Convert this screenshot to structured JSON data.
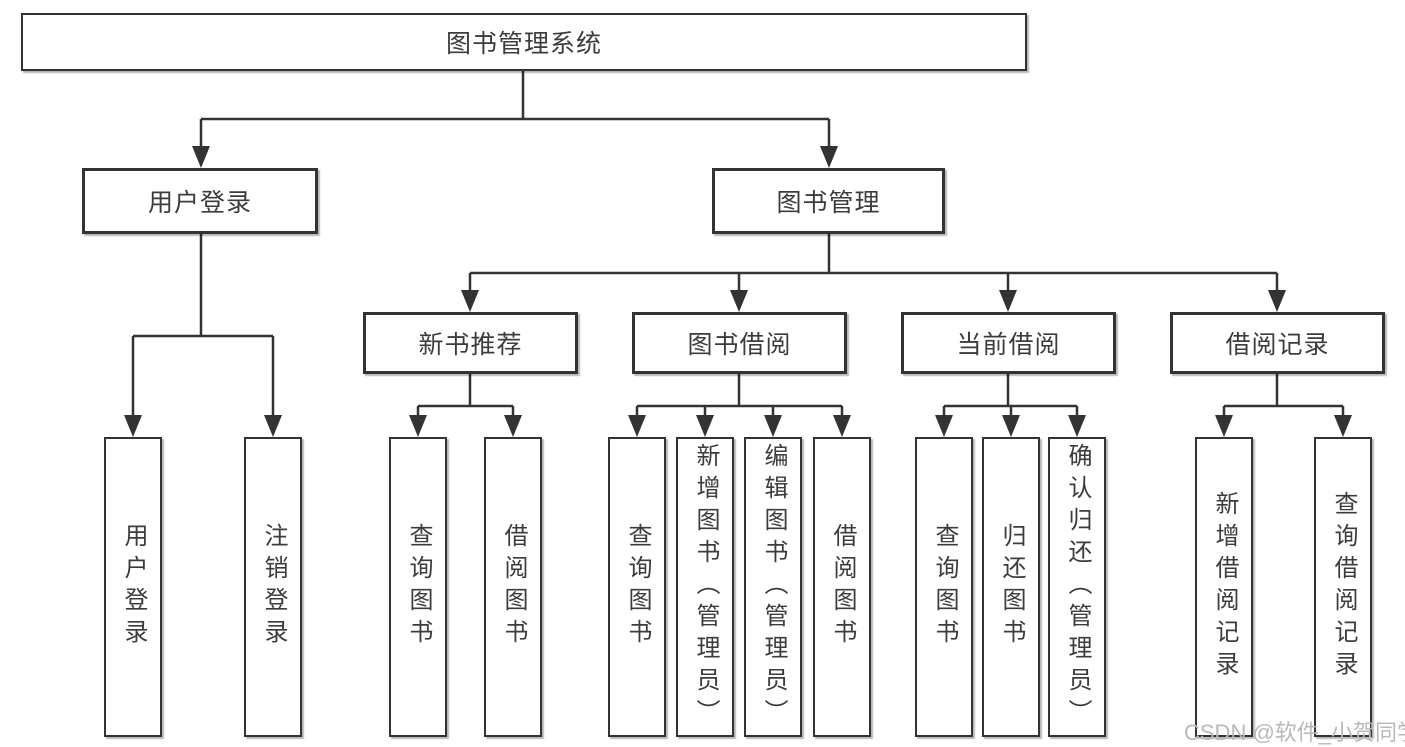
{
  "diagram": {
    "root": "图书管理系统",
    "level2": {
      "user_login": "用户登录",
      "book_management": "图书管理"
    },
    "level3": {
      "new_book_recommend": "新书推荐",
      "book_borrow": "图书借阅",
      "current_borrow": "当前借阅",
      "borrow_records": "借阅记录"
    },
    "leaves": {
      "user_login": "用户登录",
      "logout": "注销登录",
      "rec_query_books": "查询图书",
      "rec_borrow_books": "借阅图书",
      "bor_query_books": "查询图书",
      "bor_add_books": "新增图书（管理员）",
      "bor_edit_books": "编辑图书（管理员）",
      "bor_borrow_books": "借阅图书",
      "cur_query_books": "查询图书",
      "cur_return_books": "归还图书",
      "cur_confirm_return": "确认归还（管理员）",
      "log_add_record": "新增借阅记录",
      "log_query_record": "查询借阅记录"
    }
  },
  "watermark": "CSDN @软件_小贺同学",
  "colors": {
    "line": "#333333",
    "text": "#3c3c3c",
    "background": "#ffffff",
    "watermark": "#b9b9b9"
  }
}
